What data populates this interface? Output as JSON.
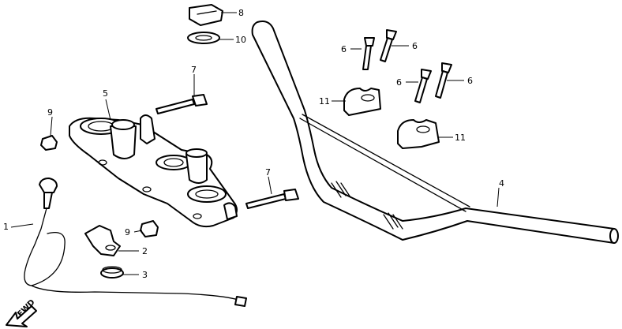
{
  "diagram": {
    "parts": [
      {
        "id": "p1",
        "number": "1"
      },
      {
        "id": "p2",
        "number": "2"
      },
      {
        "id": "p3",
        "number": "3"
      },
      {
        "id": "p4",
        "number": "4"
      },
      {
        "id": "p5",
        "number": "5"
      },
      {
        "id": "p6a",
        "number": "6"
      },
      {
        "id": "p6b",
        "number": "6"
      },
      {
        "id": "p6c",
        "number": "6"
      },
      {
        "id": "p6d",
        "number": "6"
      },
      {
        "id": "p7a",
        "number": "7"
      },
      {
        "id": "p7b",
        "number": "7"
      },
      {
        "id": "p8",
        "number": "8"
      },
      {
        "id": "p9a",
        "number": "9"
      },
      {
        "id": "p9b",
        "number": "9"
      },
      {
        "id": "p10",
        "number": "10"
      },
      {
        "id": "p11a",
        "number": "11"
      },
      {
        "id": "p11b",
        "number": "11"
      }
    ],
    "direction_label": "FWD"
  }
}
